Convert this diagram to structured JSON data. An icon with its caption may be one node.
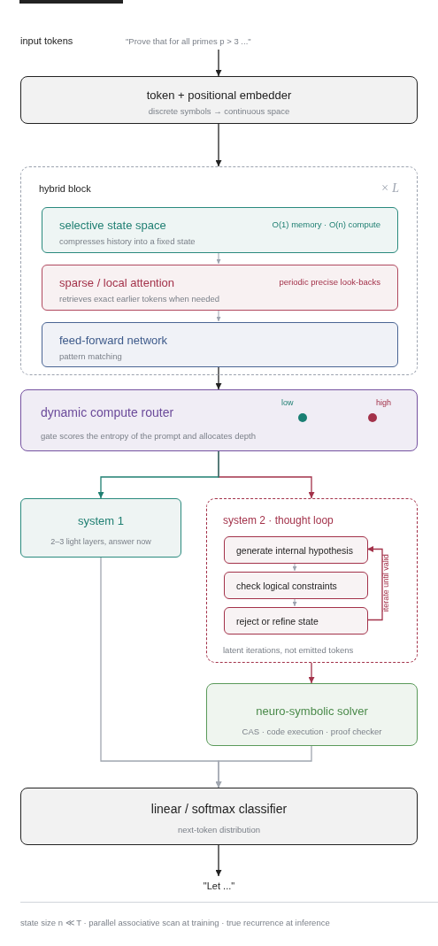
{
  "diagram": {
    "nodes": [
      {
        "text": [
          "\"Prove that for all primes p > 3 ...\""
        ]
      },
      {
        "text": [
          "token + positional embedder",
          "discrete symbols → continuous space"
        ]
      },
      {
        "text": [
          "hybrid block",
          "× L"
        ]
      },
      {
        "text": [
          "selective state space",
          "O(1) memory · O(n) compute",
          "compresses history into a fixed state"
        ],
        "in": 2
      },
      {
        "text": [
          "sparse / local attention",
          "periodic precise look-backs",
          "retrieves exact earlier tokens when needed"
        ],
        "in": 2
      },
      {
        "text": [
          "feed-forward network",
          "pattern matching"
        ],
        "in": 2
      },
      {
        "text": [
          "dynamic compute router",
          "gate scores the entropy of the prompt and allocates depth"
        ]
      },
      {
        "text": [
          "system 1",
          "2–3 light layers, answer now"
        ]
      },
      {
        "text": [
          "system 2 · thought loop",
          "latent iterations, not emitted tokens"
        ]
      },
      {
        "text": [
          "generate internal hypothesis"
        ],
        "in": 8
      },
      {
        "text": [
          "check logical constraints"
        ],
        "in": 8
      },
      {
        "text": [
          "reject or refine state"
        ],
        "in": 8
      },
      {
        "text": [
          "neuro-symbolic solver",
          "CAS · code execution · proof checker"
        ]
      },
      {
        "text": [
          "linear / softmax classifier",
          "next-token distribution"
        ]
      },
      {
        "text": [
          "\"Let ...\""
        ]
      }
    ],
    "edges": [
      {
        "from": 0,
        "to": 1,
        "arrow": "to"
      },
      {
        "from": 1,
        "to": 2,
        "arrow": "to"
      },
      {
        "from": 3,
        "to": 4,
        "arrow": "to",
        "color": "#9ca3af"
      },
      {
        "from": 4,
        "to": 5,
        "arrow": "to",
        "color": "#9ca3af"
      },
      {
        "from": 5,
        "to": 6,
        "arrow": "to"
      },
      {
        "from": 6,
        "to": 7,
        "arrow": "to",
        "color": "#1f7f72"
      },
      {
        "from": 6,
        "to": 8,
        "arrow": "to",
        "color": "#a3324a"
      },
      {
        "from": 9,
        "to": 10,
        "arrow": "to",
        "color": "#9ca3af"
      },
      {
        "from": 10,
        "to": 11,
        "arrow": "to",
        "color": "#9ca3af"
      },
      {
        "from": 11,
        "to": 9,
        "arrow": "to",
        "label": "iterate until valid",
        "color": "#a3324a"
      },
      {
        "from": 8,
        "to": 12,
        "arrow": "to",
        "color": "#a3324a"
      },
      {
        "from": 7,
        "to": 13,
        "arrow": "to",
        "color": "#a0a6b0"
      },
      {
        "from": 12,
        "to": 13,
        "arrow": "to",
        "color": "#a0a6b0"
      },
      {
        "from": 13,
        "to": 14,
        "arrow": "to"
      }
    ],
    "labels": [
      "input tokens",
      "state size n ≪ T · parallel associative scan at training · true recurrence at inference"
    ],
    "legend": [
      {
        "text": "low",
        "color": "#1a7f73"
      },
      {
        "text": "high",
        "color": "#a3324a"
      }
    ]
  }
}
